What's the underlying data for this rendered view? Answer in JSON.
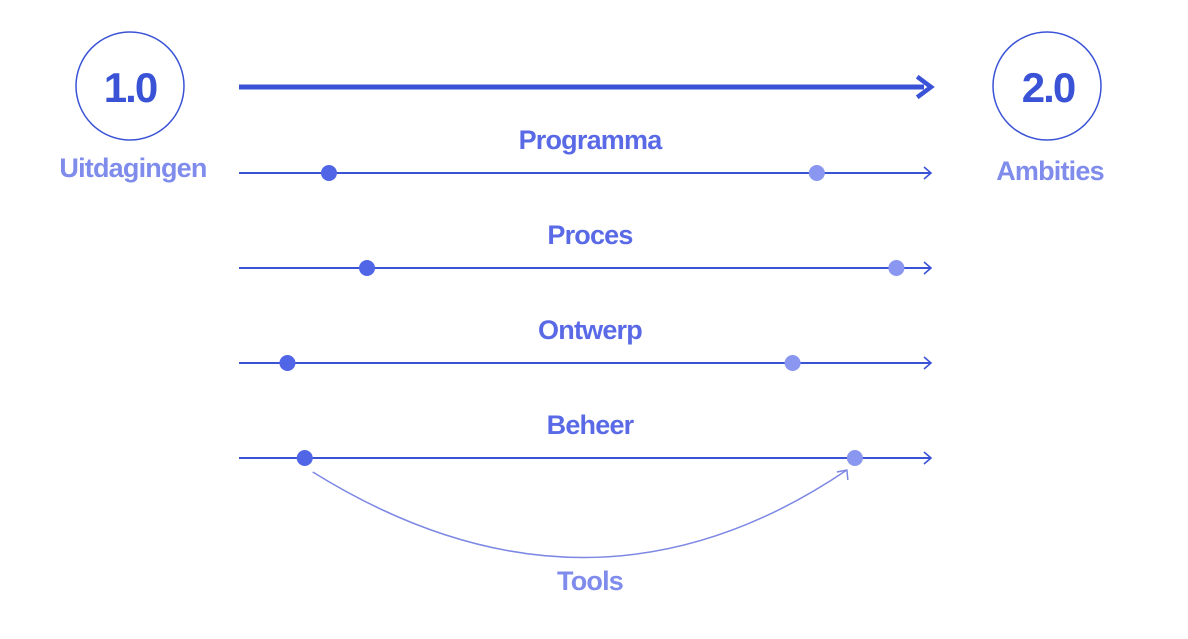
{
  "colors": {
    "primary": "#3a53d6",
    "dot_start": "#5166e6",
    "dot_end": "#8a97f0",
    "label": "#5a6ae6",
    "label_light": "#7f8cec",
    "curve": "#7d88e4"
  },
  "start": {
    "number": "1.0",
    "caption": "Uitdagingen"
  },
  "end": {
    "number": "2.0",
    "caption": "Ambities"
  },
  "tracks": [
    {
      "label": "Programma",
      "start": 0.13,
      "end": 0.835
    },
    {
      "label": "Proces",
      "start": 0.185,
      "end": 0.95
    },
    {
      "label": "Ontwerp",
      "start": 0.07,
      "end": 0.8
    },
    {
      "label": "Beheer",
      "start": 0.095,
      "end": 0.89
    }
  ],
  "curve_label": "Tools"
}
